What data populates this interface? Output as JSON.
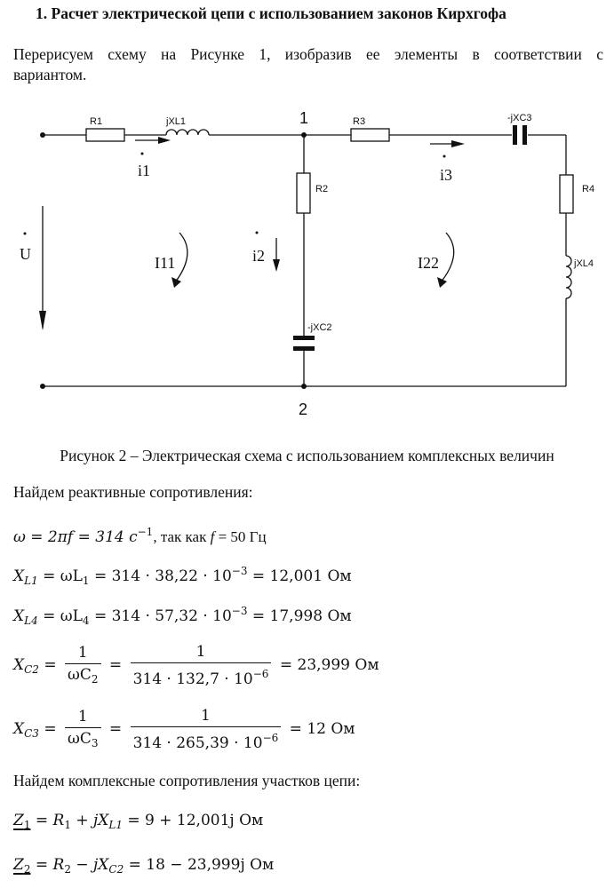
{
  "heading": "1.  Расчет электрической цепи с использованием законов Кирхгофа",
  "intro_line1": "Перерисуем схему на Рисунке 1, изобразив ее элементы в соответствии с",
  "intro_line2": "вариантом.",
  "circuit": {
    "labels": {
      "R1": "R1",
      "L1": "jXL1",
      "R3": "R3",
      "C3": "-jXC3",
      "R2": "R2",
      "R4": "R4",
      "L4": "jXL4",
      "C2": "-jXC2",
      "node1": "1",
      "node2": "2",
      "U": "U",
      "i1": "i1",
      "i2": "i2",
      "i3": "i3",
      "I11": "I11",
      "I22": "I22"
    }
  },
  "caption": "Рисунок 2 – Электрическая схема с использованием комплексных величин",
  "text_reactive": "Найдем реактивные сопротивления:",
  "omega": {
    "lhs": "ω = 2πf = 314 с",
    "exp": "−1",
    "tail": ", так как ",
    "f": "f",
    "tail2": " = 50 Гц"
  },
  "xl1": {
    "X": "X",
    "sub": "L1",
    "mid": " = ωL",
    "sub2": "1",
    "rhs": " = 314 · 38,22 · 10",
    "exp": "−3",
    "res": " = 12,001 Ом"
  },
  "xl4": {
    "X": "X",
    "sub": "L4",
    "mid": " = ωL",
    "sub2": "4",
    "rhs": " = 314 · 57,32 · 10",
    "exp": "−3",
    "res": " = 17,998 Ом"
  },
  "xc2": {
    "X": "X",
    "sub": "C2",
    "eq": " = ",
    "num1": "1",
    "den1": "ωC",
    "den1sub": "2",
    "num2": "1",
    "den2": "314 · 132,7 · 10",
    "den2exp": "−6",
    "res": " = 23,999 Ом"
  },
  "xc3": {
    "X": "X",
    "sub": "C3",
    "eq": " = ",
    "num1": "1",
    "den1": "ωC",
    "den1sub": "3",
    "num2": "1",
    "den2": "314 · 265,39 · 10",
    "den2exp": "−6",
    "res": " = 12 Ом"
  },
  "text_complex": "Найдем комплексные сопротивления участков цепи:",
  "z1": {
    "Z": "Z",
    "sub": "1",
    "mid": " = R",
    "sub2": "1",
    "mid2": " + jX",
    "sub3": "L1",
    "res": " = 9 + 12,001j Ом"
  },
  "z2": {
    "Z": "Z",
    "sub": "2",
    "mid": " = R",
    "sub2": "2",
    "mid2": " − jX",
    "sub3": "C2",
    "res": " = 18 − 23,999j Ом"
  }
}
